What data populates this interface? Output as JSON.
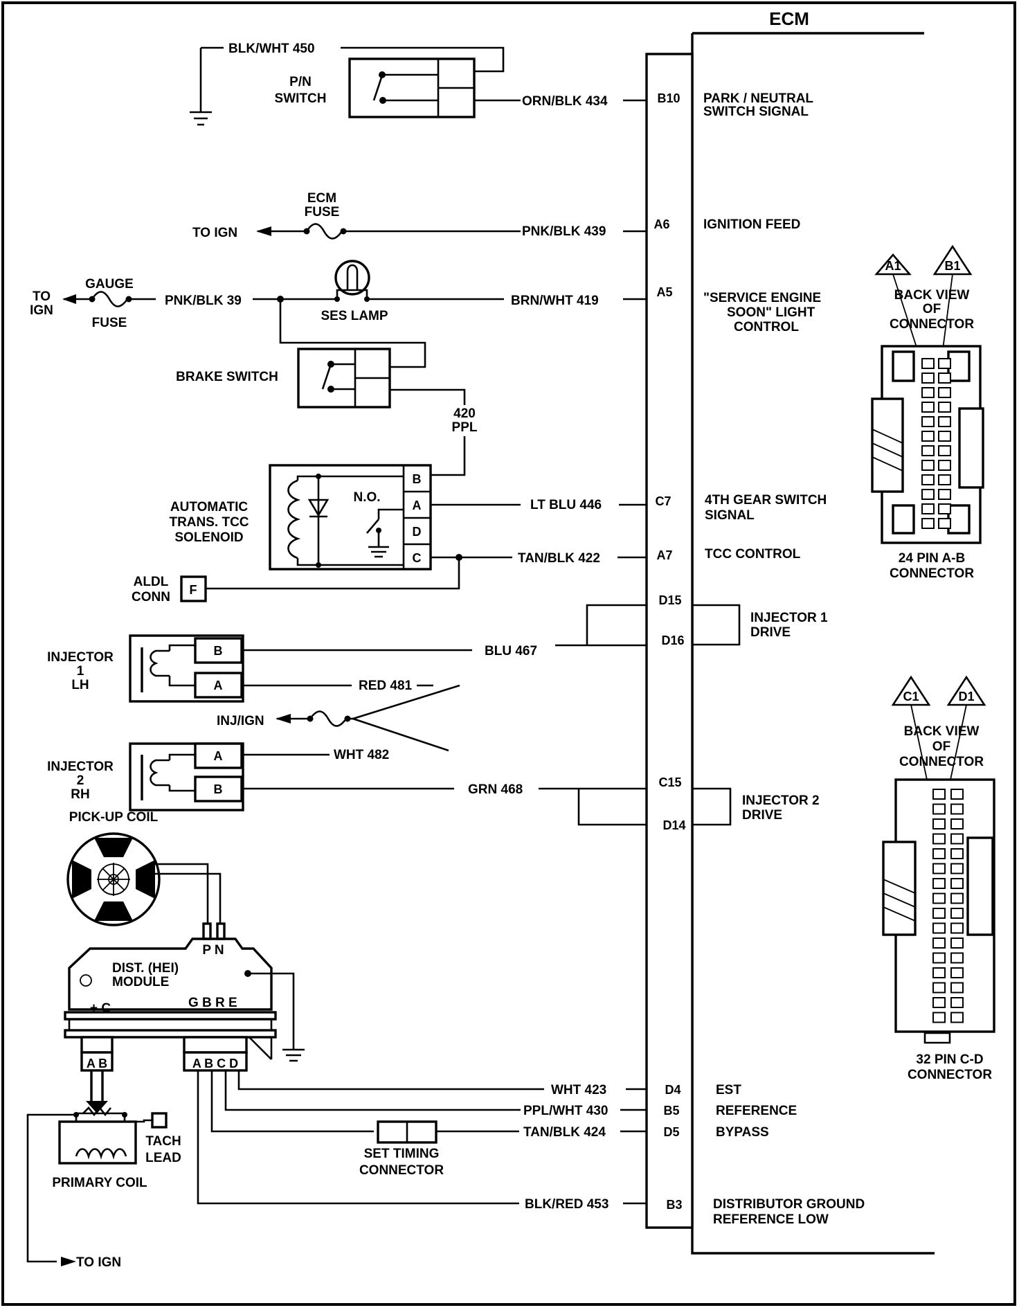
{
  "ecm": {
    "title": "ECM",
    "pins": [
      {
        "pin": "B10",
        "function": [
          "PARK / NEUTRAL",
          "SWITCH SIGNAL"
        ]
      },
      {
        "pin": "A6",
        "function": [
          "IGNITION FEED"
        ]
      },
      {
        "pin": "A5",
        "function": [
          "\"SERVICE ENGINE",
          "SOON\" LIGHT",
          "CONTROL"
        ]
      },
      {
        "pin": "C7",
        "function": [
          "4TH GEAR SWITCH",
          "SIGNAL"
        ]
      },
      {
        "pin": "A7",
        "function": [
          "TCC CONTROL"
        ]
      },
      {
        "pin": "D15",
        "function": [
          "INJECTOR 1",
          "DRIVE"
        ]
      },
      {
        "pin": "D16",
        "function": []
      },
      {
        "pin": "C15",
        "function": [
          "INJECTOR 2",
          "DRIVE"
        ]
      },
      {
        "pin": "D14",
        "function": []
      },
      {
        "pin": "D4",
        "function": [
          "EST"
        ]
      },
      {
        "pin": "B5",
        "function": [
          "REFERENCE"
        ]
      },
      {
        "pin": "D5",
        "function": [
          "BYPASS"
        ]
      },
      {
        "pin": "B3",
        "function": [
          "DISTRIBUTOR GROUND",
          "REFERENCE LOW"
        ]
      }
    ]
  },
  "wires": {
    "blk_wht_450": "BLK/WHT 450",
    "orn_blk_434": "ORN/BLK  434",
    "pnk_blk_439": "PNK/BLK 439",
    "pnk_blk_39": "PNK/BLK 39",
    "brn_wht_419": "BRN/WHT  419",
    "ppl_420": [
      "420",
      "PPL"
    ],
    "lt_blu_446": "LT BLU 446",
    "tan_blk_422": "TAN/BLK  422",
    "blu_467": "BLU 467",
    "red_481": "RED 481",
    "wht_482": "WHT 482",
    "grn_468": "GRN 468",
    "wht_423": "WHT 423",
    "ppl_wht_430": "PPL/WHT 430",
    "tan_blk_424": "TAN/BLK 424",
    "blk_red_453": "BLK/RED 453"
  },
  "components": {
    "pn_switch": [
      "P/N",
      "SWITCH"
    ],
    "ecm_fuse": [
      "ECM",
      "FUSE"
    ],
    "to_ign_1": "TO IGN",
    "to_ign_2": [
      "TO",
      "IGN"
    ],
    "gauge_fuse_top": "GAUGE",
    "gauge_fuse_bottom": "FUSE",
    "ses_lamp": "SES LAMP",
    "brake_switch": "BRAKE SWITCH",
    "tcc_solenoid": [
      "AUTOMATIC",
      "TRANS. TCC",
      "SOLENOID"
    ],
    "no_label": "N.O.",
    "tcc_terminals": [
      "B",
      "A",
      "D",
      "C"
    ],
    "aldl": [
      "ALDL",
      "CONN"
    ],
    "aldl_pin": "F",
    "injector1": [
      "INJECTOR",
      "1",
      "LH"
    ],
    "injector1_terminals": [
      "B",
      "A"
    ],
    "inj_ign": "INJ/IGN",
    "injector2": [
      "INJECTOR",
      "2",
      "RH"
    ],
    "injector2_terminals": [
      "A",
      "B"
    ],
    "pickup_coil": "PICK-UP COIL",
    "pickup_terminals": "P N",
    "hei_module": [
      "DIST. (HEI)",
      "MODULE"
    ],
    "hei_plus_c": "+ C",
    "hei_gbre": "G B R E",
    "hei_ab": "A B",
    "hei_abcd": "A B C D",
    "primary_coil": "PRIMARY COIL",
    "tach_lead": [
      "TACH",
      "LEAD"
    ],
    "set_timing": [
      "SET TIMING",
      "CONNECTOR"
    ],
    "to_ign_3": "TO IGN"
  },
  "connectors": {
    "ab": {
      "flag_left": "A1",
      "flag_right": "B1",
      "back_view": [
        "BACK VIEW",
        "OF",
        "CONNECTOR"
      ],
      "caption": [
        "24 PIN  A-B",
        "CONNECTOR"
      ]
    },
    "cd": {
      "flag_left": "C1",
      "flag_right": "D1",
      "back_view": [
        "BACK VIEW",
        "OF",
        "CONNECTOR"
      ],
      "caption": [
        "32 PIN C-D",
        "CONNECTOR"
      ]
    }
  }
}
